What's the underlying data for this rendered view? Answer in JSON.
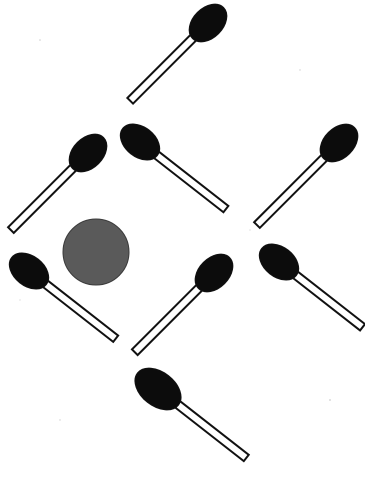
{
  "puzzle": {
    "type": "matchstick-puzzle",
    "matchstick_count": 8,
    "ball_count": 1,
    "colors": {
      "background": "#ffffff",
      "match_head": "#0c0c0c",
      "match_stick": "#ffffff",
      "outline": "#111111",
      "ball": "#5a5a5a"
    }
  }
}
